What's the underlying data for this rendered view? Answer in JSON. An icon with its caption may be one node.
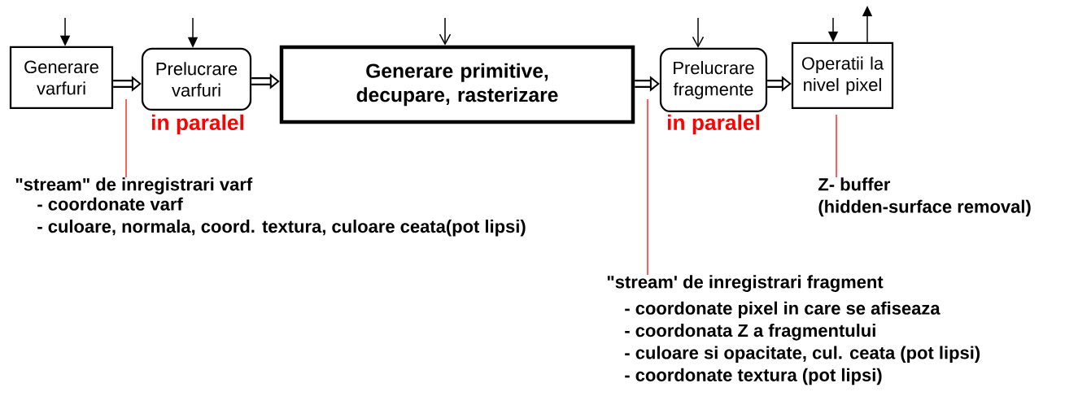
{
  "diagram": {
    "nodes": [
      {
        "text": [
          "Generare varfuri"
        ]
      },
      {
        "text": [
          "Prelucrare varfuri"
        ],
        "beside": [
          "in paralel"
        ]
      },
      {
        "text": [
          "Generare primitive, decupare, rasterizare"
        ]
      },
      {
        "text": [
          "Prelucrare fragmente"
        ],
        "beside": [
          "in paralel"
        ]
      },
      {
        "text": [
          "Operatii la nivel pixel"
        ]
      },
      {
        "text": [
          "\"stream\" de inregistrari varf",
          "- coordonate varf",
          "- culoare, normala, coord. textura, culoare ceata(pot lipsi)"
        ]
      },
      {
        "text": [
          "\"stream' de inregistrari fragment",
          "- coordonate pixel in care se afiseaza",
          "- coordonata Z a fragmentului",
          "- culoare si opacitate, cul. ceata (pot lipsi)",
          "- coordonate textura (pot lipsi)"
        ]
      },
      {
        "text": [
          "Z- buffer",
          "(hidden-surface removal)"
        ]
      }
    ],
    "edges": [
      {
        "from": 0,
        "to": 1,
        "arrow": "to",
        "style": "thick"
      },
      {
        "from": 1,
        "to": 2,
        "arrow": "to",
        "style": "thick"
      },
      {
        "from": 2,
        "to": 3,
        "arrow": "to",
        "style": "thick"
      },
      {
        "from": 3,
        "to": 4,
        "arrow": "to",
        "style": "thick"
      },
      {
        "from": null,
        "to": 0,
        "arrow": "to"
      },
      {
        "from": null,
        "to": 1,
        "arrow": "to"
      },
      {
        "from": null,
        "to": 2,
        "arrow": "to"
      },
      {
        "from": null,
        "to": 3,
        "arrow": "to"
      },
      {
        "from": null,
        "to": 4,
        "arrow": "to"
      },
      {
        "from": 4,
        "to": null,
        "arrow": "to"
      },
      {
        "from": 5,
        "to": null,
        "arrow": "none",
        "color": "#ff0000"
      },
      {
        "from": 6,
        "to": null,
        "arrow": "none",
        "color": "#ff0000"
      },
      {
        "from": 7,
        "to": 4,
        "arrow": "none",
        "color": "#ff0000"
      }
    ]
  }
}
